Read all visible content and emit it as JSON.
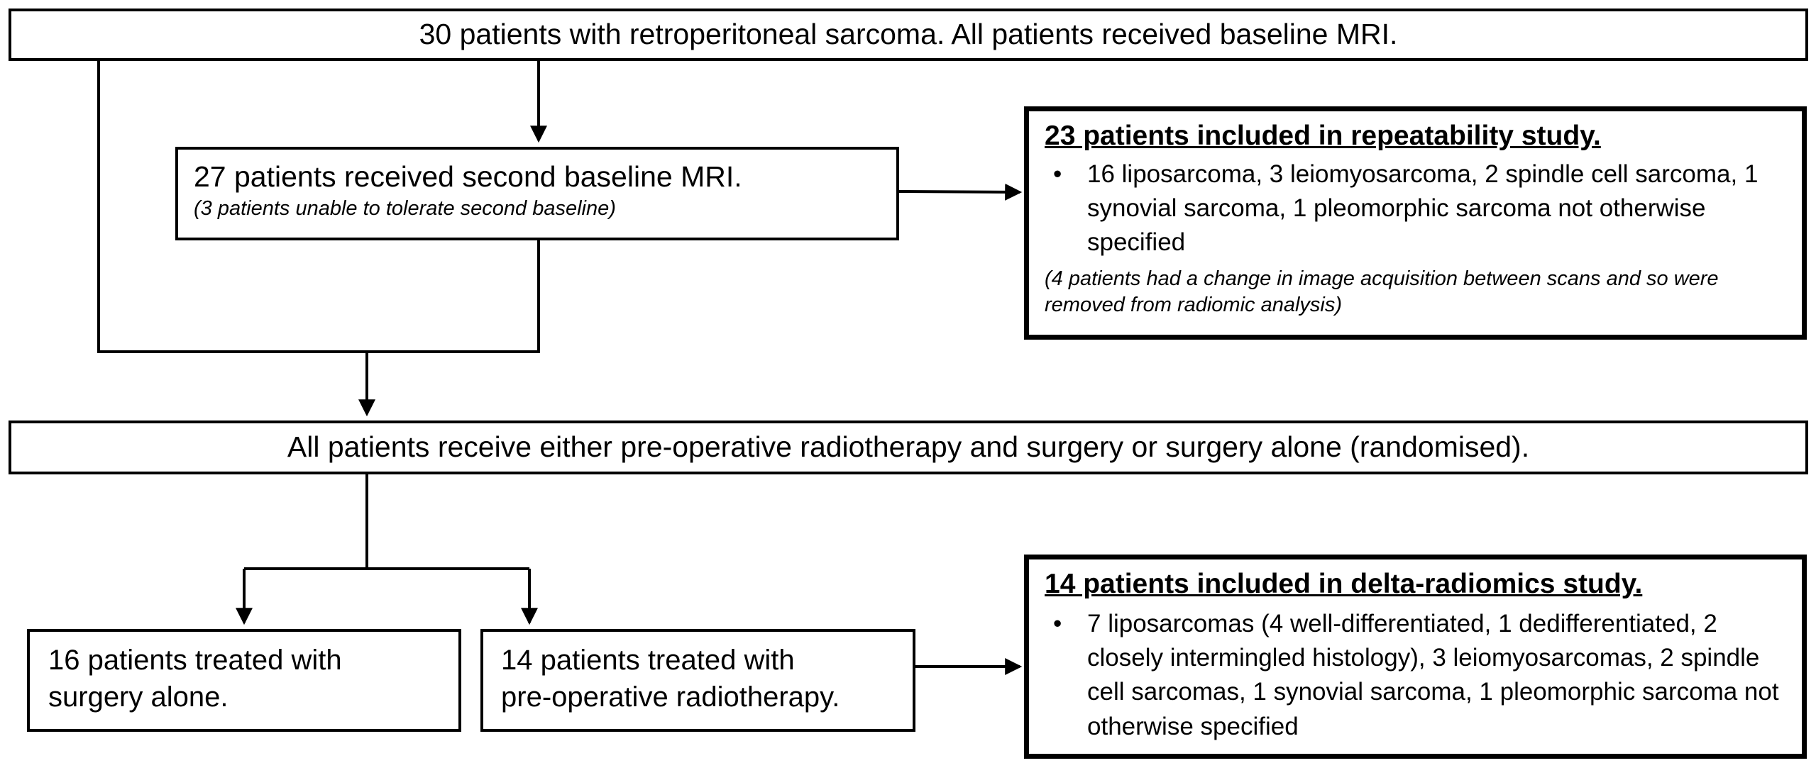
{
  "boxes": {
    "enrolled": "30 patients with retroperitoneal sarcoma.  All patients received baseline MRI.",
    "second_baseline": {
      "main": "27 patients received second baseline MRI.",
      "note": "(3 patients unable to tolerate second baseline)"
    },
    "repeatability": {
      "heading": "23 patients included in repeatability study.",
      "bullet_symbol": "•",
      "bullet": "16 liposarcoma, 3 leiomyosarcoma, 2 spindle cell sarcoma, 1 synovial sarcoma, 1 pleomorphic sarcoma not otherwise specified",
      "note": "(4 patients had a change in image acquisition between scans and so were removed from radiomic analysis)"
    },
    "randomised": "All patients receive either pre-operative radiotherapy and surgery or surgery alone (randomised).",
    "surgery_alone": {
      "line1": "16 patients treated with",
      "line2": "surgery alone."
    },
    "radiotherapy": {
      "line1": "14 patients treated with",
      "line2": "pre-operative radiotherapy."
    },
    "delta_radiomics": {
      "heading": "14 patients included in delta-radiomics study.",
      "bullet_symbol": "•",
      "bullet": "7 liposarcomas (4 well-differentiated, 1 dedifferentiated, 2 closely intermingled histology), 3 leiomyosarcomas, 2 spindle cell sarcomas, 1 synovial sarcoma, 1 pleomorphic sarcoma not otherwise specified"
    }
  },
  "colors": {
    "stroke": "#000000",
    "background": "#ffffff"
  }
}
